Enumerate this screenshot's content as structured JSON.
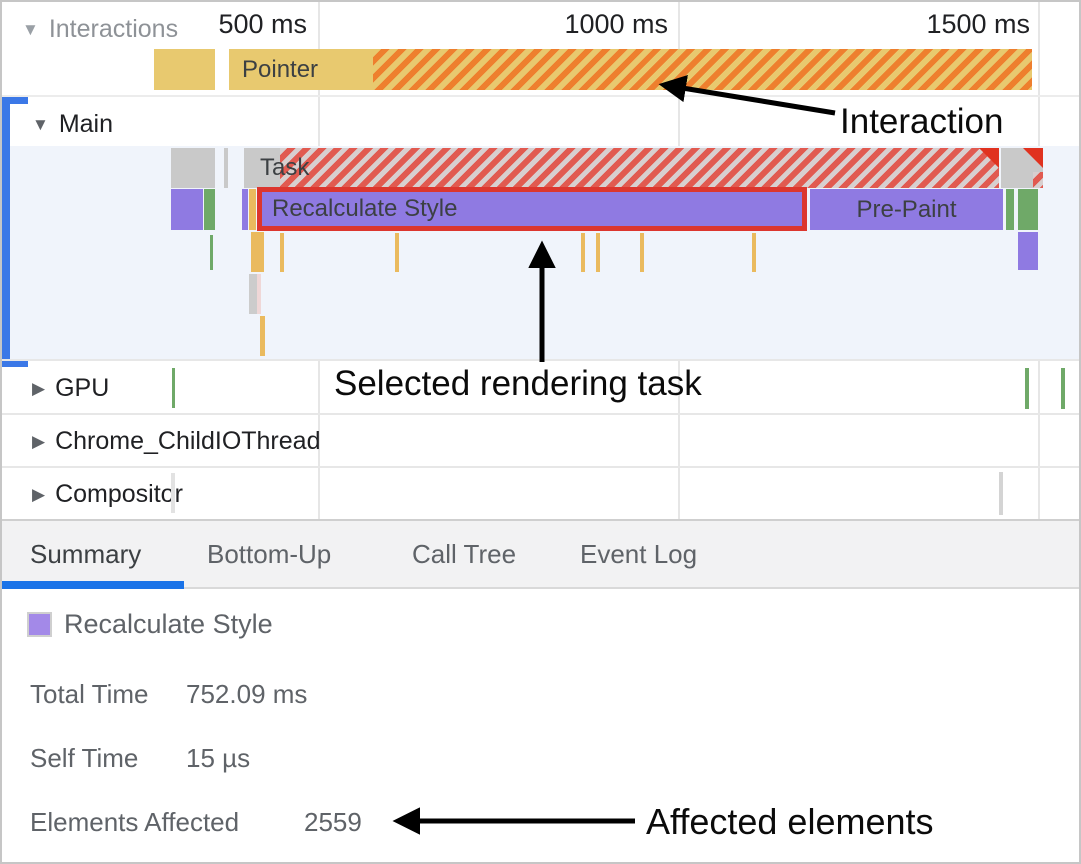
{
  "ruler": {
    "labels": [
      "500 ms",
      "1000 ms",
      "1500 ms"
    ]
  },
  "tracks": {
    "interactions": {
      "label": "Interactions"
    },
    "main": {
      "label": "Main"
    },
    "gpu": {
      "label": "GPU"
    },
    "io": {
      "label": "Chrome_ChildIOThread"
    },
    "compositor": {
      "label": "Compositor"
    }
  },
  "bars": {
    "pointer": "Pointer",
    "task": "Task",
    "recalculate": "Recalculate Style",
    "prepaint": "Pre-Paint"
  },
  "tabs": [
    {
      "label": "Summary",
      "active": true
    },
    {
      "label": "Bottom-Up",
      "active": false
    },
    {
      "label": "Call Tree",
      "active": false
    },
    {
      "label": "Event Log",
      "active": false
    }
  ],
  "summary": {
    "event_title": "Recalculate Style",
    "rows": [
      {
        "label": "Total Time",
        "value": "752.09 ms"
      },
      {
        "label": "Self Time",
        "value": "15 µs"
      },
      {
        "label": "Elements Affected",
        "value": "2559"
      }
    ]
  },
  "annotations": {
    "interaction": "Interaction",
    "selected_task": "Selected rendering task",
    "affected_elements": "Affected elements"
  },
  "colors": {
    "accent_blue": "#1a73e8",
    "selection_blue": "#3b78e7",
    "bar_yellow": "#e8c96f",
    "bar_orange_stripe": "#ee7f2e",
    "bar_purple": "#8f7ae2",
    "swatch_purple": "#a389e8",
    "bar_green": "#6fa968",
    "bar_gray": "#c9c9c9",
    "selection_red": "#dc362e",
    "task_stripe_red": "#e15a50"
  }
}
